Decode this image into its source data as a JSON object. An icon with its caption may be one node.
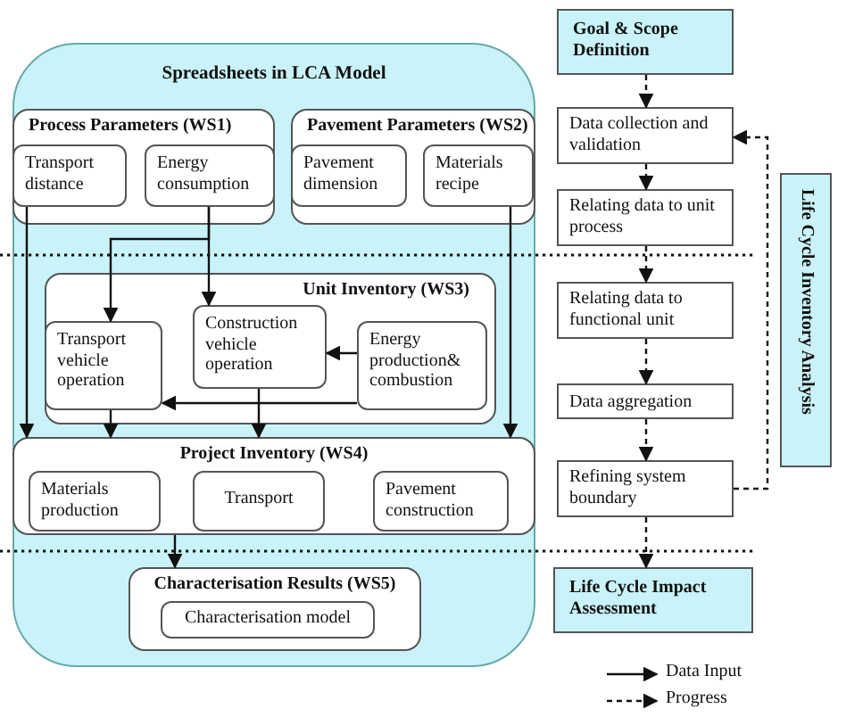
{
  "diagram": {
    "nodes": [
      {
        "text": [
          "Spreadsheets in LCA Model"
        ]
      },
      {
        "text": [
          "Process Parameters (WS1)"
        ],
        "in": 0
      },
      {
        "text": [
          "Transport distance"
        ],
        "in": 1
      },
      {
        "text": [
          "Energy consumption"
        ],
        "in": 1
      },
      {
        "text": [
          "Pavement Parameters (WS2)"
        ],
        "in": 0
      },
      {
        "text": [
          "Pavement dimension"
        ],
        "in": 4
      },
      {
        "text": [
          "Materials recipe"
        ],
        "in": 4
      },
      {
        "text": [
          "Unit Inventory (WS3)"
        ],
        "in": 0
      },
      {
        "text": [
          "Transport vehicle operation"
        ],
        "in": 7
      },
      {
        "text": [
          "Construction vehicle operation"
        ],
        "in": 7
      },
      {
        "text": [
          "Energy production& combustion"
        ],
        "in": 7
      },
      {
        "text": [
          "Project Inventory (WS4)"
        ],
        "in": 0
      },
      {
        "text": [
          "Materials production"
        ],
        "in": 11
      },
      {
        "text": [
          "Transport"
        ],
        "in": 11
      },
      {
        "text": [
          "Pavement construction"
        ],
        "in": 11
      },
      {
        "text": [
          "Characterisation Results (WS5)"
        ],
        "in": 0
      },
      {
        "text": [
          "Characterisation model"
        ],
        "in": 15
      },
      {
        "text": [
          "Goal & Scope Definition"
        ]
      },
      {
        "text": [
          "Data collection and validation"
        ]
      },
      {
        "text": [
          "Relating data to unit process"
        ]
      },
      {
        "text": [
          "Relating data to functional unit"
        ]
      },
      {
        "text": [
          "Data aggregation"
        ]
      },
      {
        "text": [
          "Refining system boundary"
        ]
      },
      {
        "text": [
          "Life Cycle Impact Assessment"
        ]
      },
      {
        "text": [
          "Life Cycle Inventory Analysis"
        ]
      }
    ],
    "edges": [
      {
        "from": 2,
        "to": 11,
        "arrow": "to"
      },
      {
        "from": 3,
        "to": 9,
        "arrow": "to"
      },
      {
        "from": 3,
        "to": 8,
        "arrow": "to"
      },
      {
        "from": 6,
        "to": 11,
        "arrow": "to"
      },
      {
        "from": 10,
        "to": 9,
        "arrow": "to"
      },
      {
        "from": 10,
        "to": 8,
        "arrow": "to"
      },
      {
        "from": 8,
        "to": 11,
        "arrow": "to"
      },
      {
        "from": 9,
        "to": 11,
        "arrow": "to"
      },
      {
        "from": 11,
        "to": 15,
        "arrow": "to"
      },
      {
        "from": 17,
        "to": 18,
        "arrow": "to",
        "style": "dashed"
      },
      {
        "from": 18,
        "to": 19,
        "arrow": "to",
        "style": "dashed"
      },
      {
        "from": 19,
        "to": 20,
        "arrow": "to",
        "style": "dashed"
      },
      {
        "from": 20,
        "to": 21,
        "arrow": "to",
        "style": "dashed"
      },
      {
        "from": 21,
        "to": 22,
        "arrow": "to",
        "style": "dashed"
      },
      {
        "from": 22,
        "to": 23,
        "arrow": "to",
        "style": "dashed"
      },
      {
        "from": 22,
        "to": 18,
        "arrow": "to",
        "style": "dashed"
      }
    ],
    "legend": [
      {
        "text": "Data Input"
      },
      {
        "text": "Progress"
      }
    ]
  }
}
